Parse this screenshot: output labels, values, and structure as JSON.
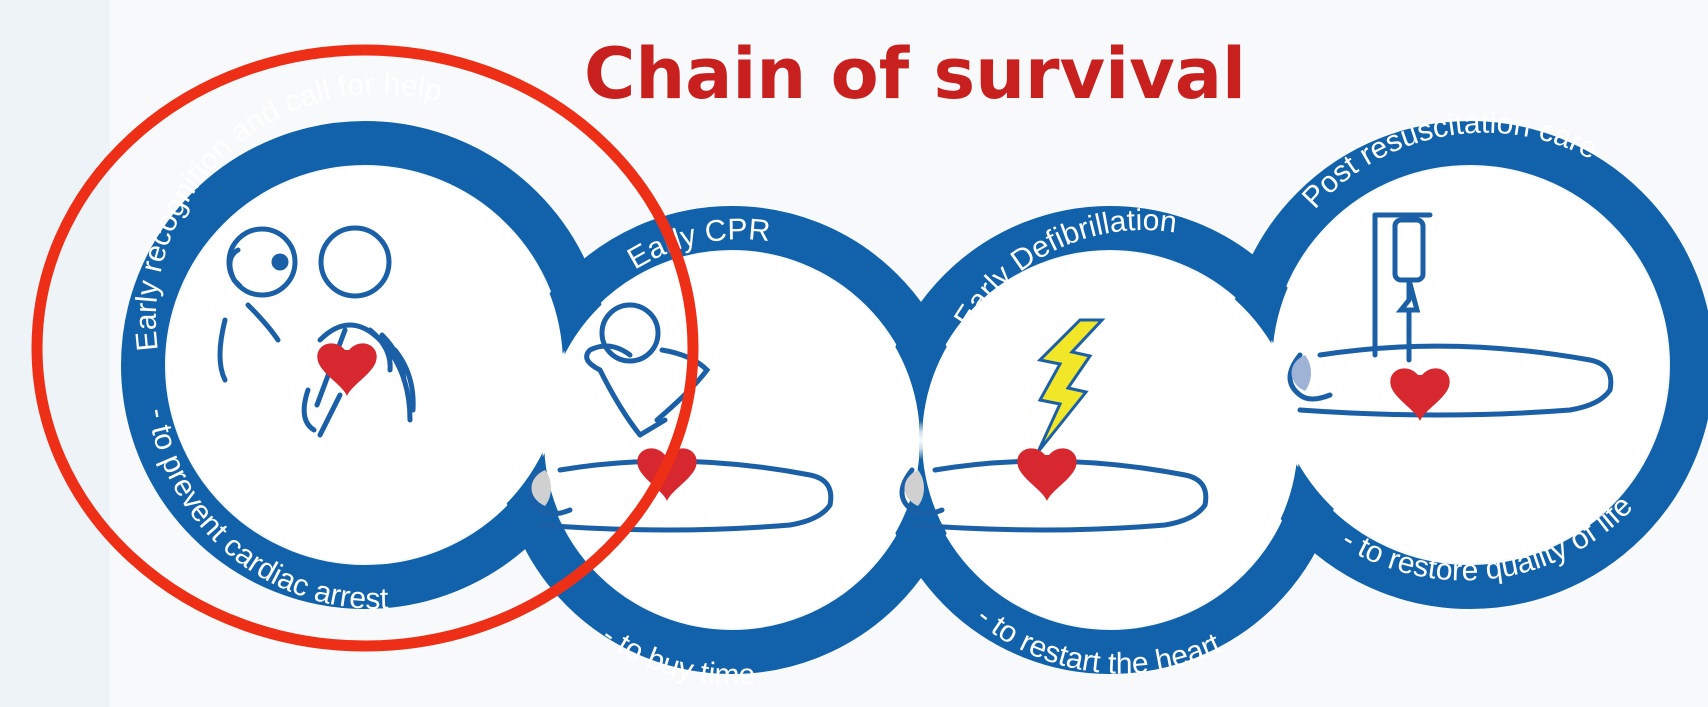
{
  "title": "Chain of survival",
  "colors": {
    "chain_blue": "#1162ab",
    "title_red": "#c8201e",
    "heart_red": "#d7282f",
    "bolt_yellow": "#f2e629",
    "outline_blue": "#1b5fa6",
    "annotation_red": "#ee2f17",
    "background": "#f7f9fb"
  },
  "links": [
    {
      "heading": "Early recognition and call for help",
      "purpose": "- to prevent cardiac arrest",
      "icon": "phone-call-heart-icon"
    },
    {
      "heading": "Early CPR",
      "purpose": "- to buy time",
      "icon": "cpr-compressions-icon"
    },
    {
      "heading": "Early Defibrillation",
      "purpose": "- to restart the heart",
      "icon": "defibrillation-shock-icon"
    },
    {
      "heading": "Post resuscitation care",
      "purpose": "- to restore quality of life",
      "icon": "iv-drip-patient-icon"
    }
  ],
  "annotation": {
    "shape": "circle",
    "highlights": "Early recognition and call for help"
  }
}
